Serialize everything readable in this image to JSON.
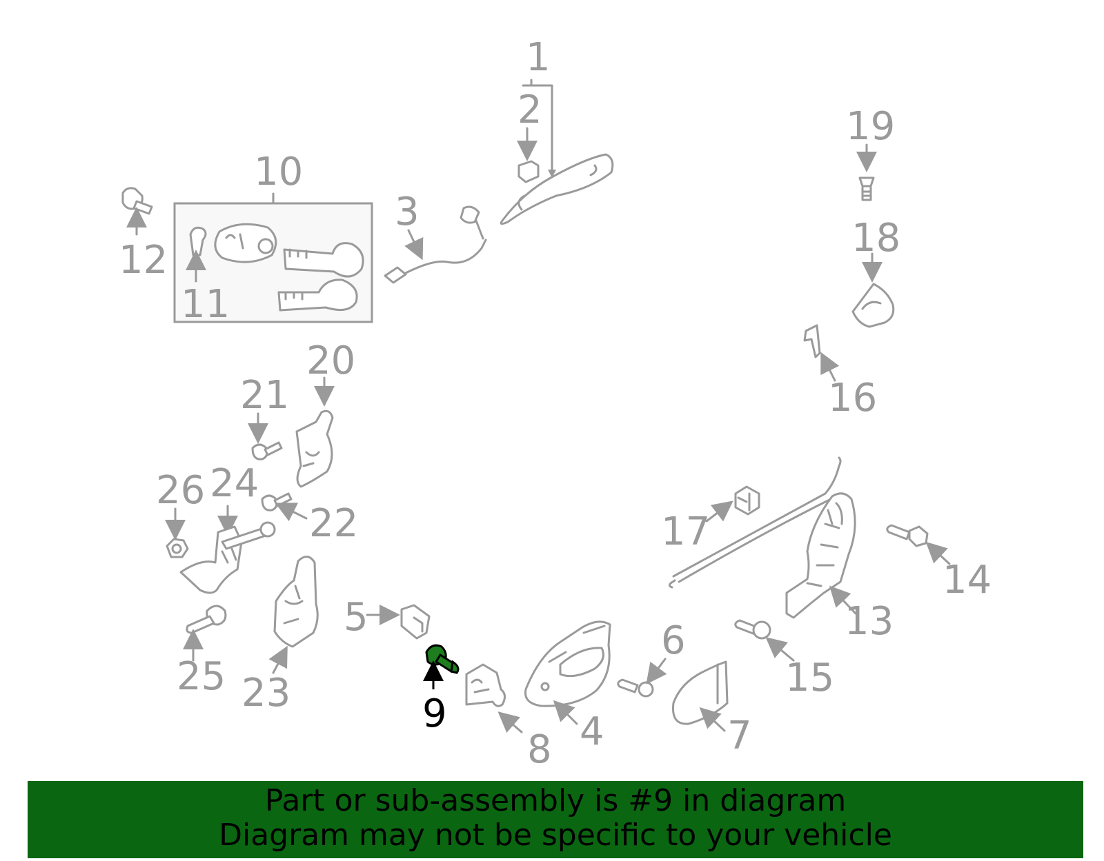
{
  "diagram": {
    "highlighted_part": "9",
    "callouts": [
      "1",
      "2",
      "3",
      "4",
      "5",
      "6",
      "7",
      "8",
      "9",
      "10",
      "11",
      "12",
      "13",
      "14",
      "15",
      "16",
      "17",
      "18",
      "19",
      "20",
      "21",
      "22",
      "23",
      "24",
      "25",
      "26"
    ]
  },
  "banner": {
    "line1": "Part or sub-assembly is #9 in diagram",
    "line2": "Diagram may not be specific to your vehicle",
    "background": "#0b6611"
  },
  "colors": {
    "line_art": "#9a9a9a",
    "highlight_part": "#1e7d1e",
    "highlight_label": "#000000"
  }
}
